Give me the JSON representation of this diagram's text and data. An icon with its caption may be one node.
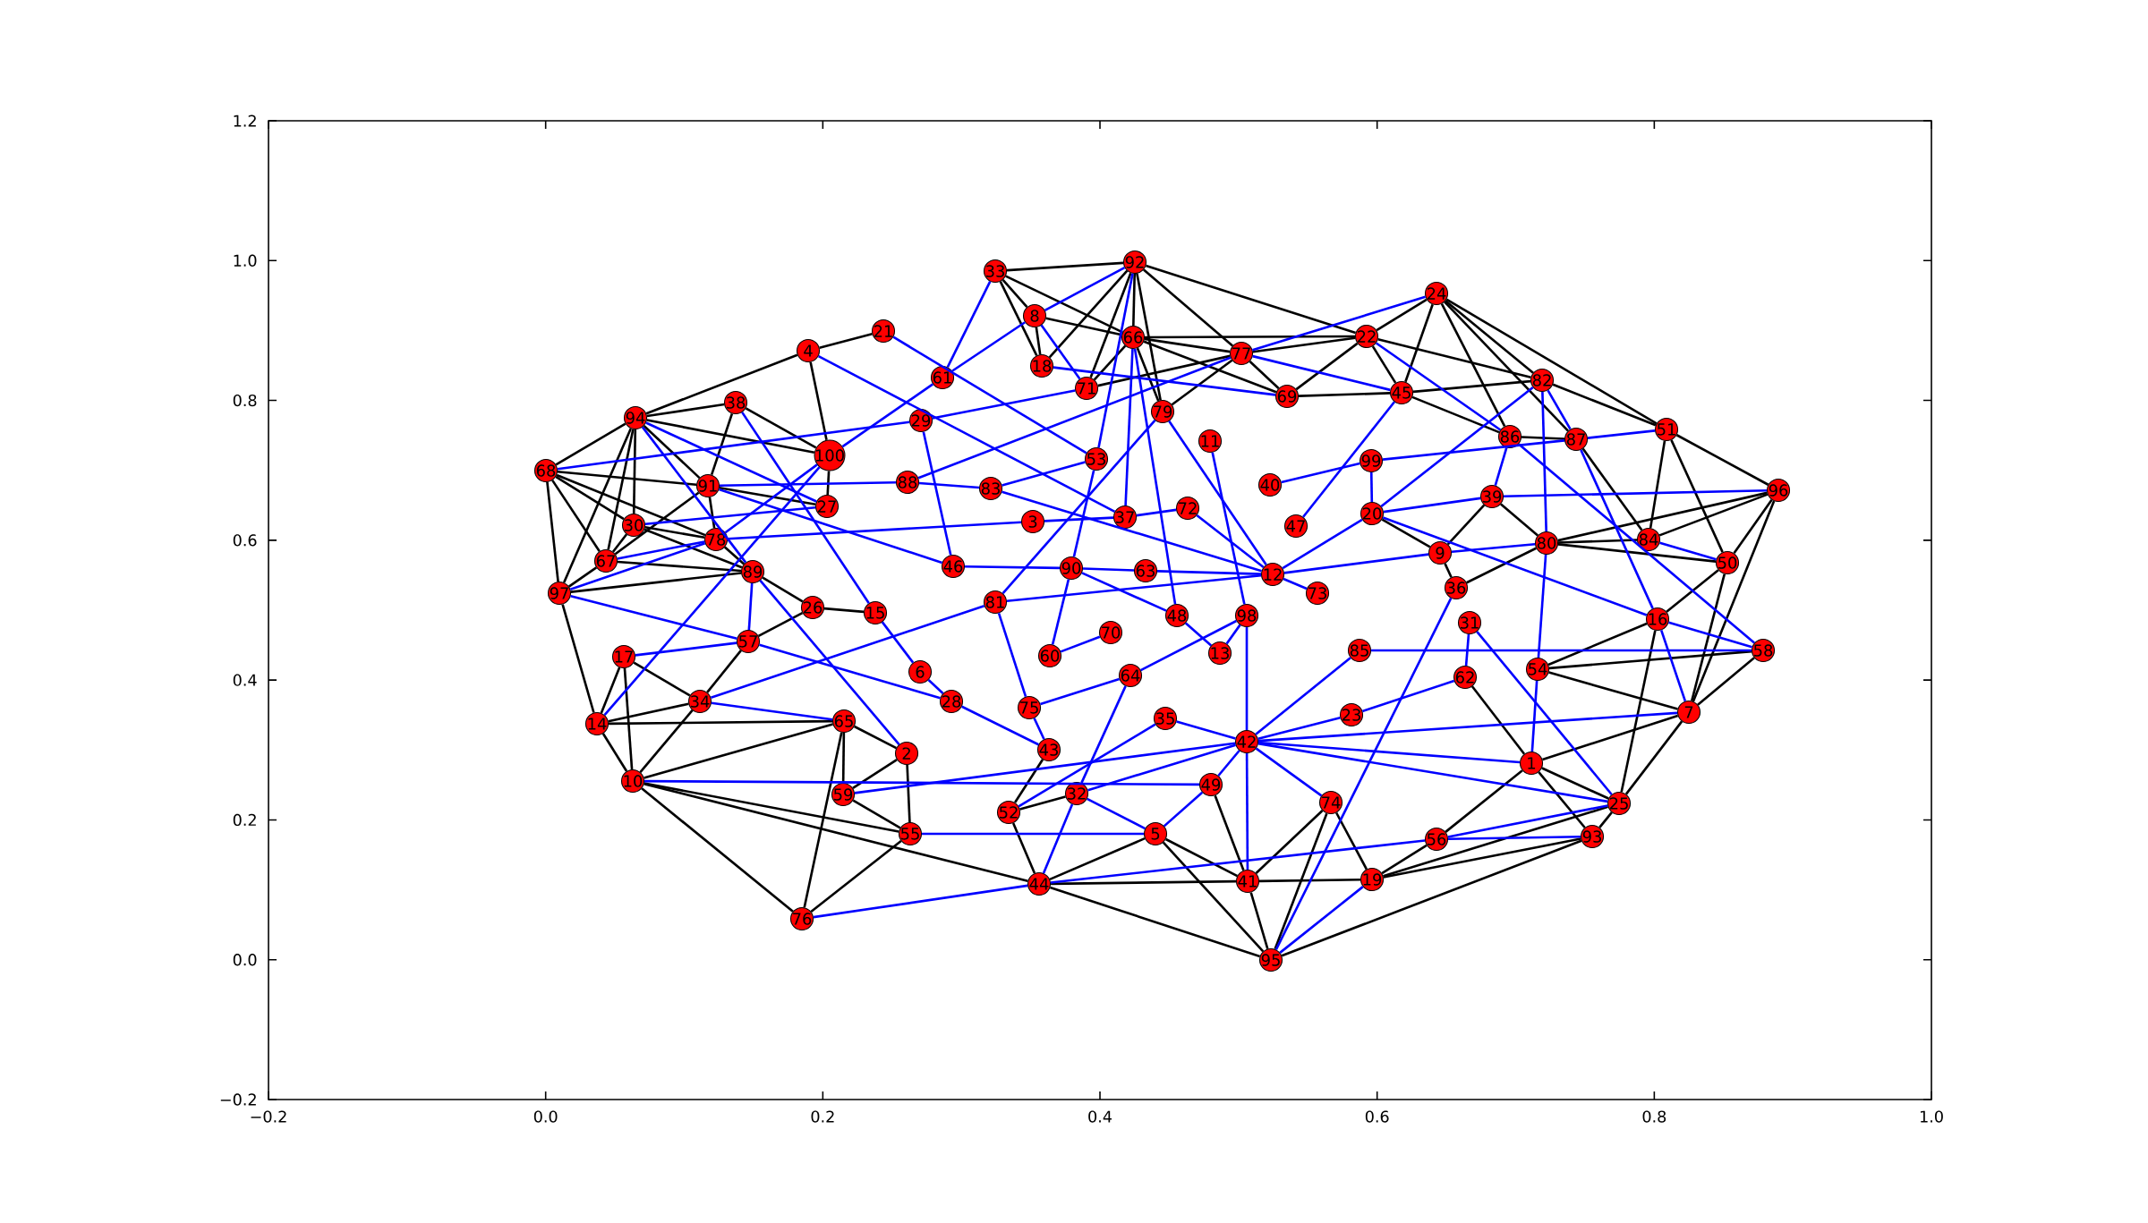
{
  "diagram": {
    "nodes": [
      {
        "text": [
          "1"
        ]
      },
      {
        "text": [
          "2"
        ]
      },
      {
        "text": [
          "3"
        ]
      },
      {
        "text": [
          "4"
        ]
      },
      {
        "text": [
          "5"
        ]
      },
      {
        "text": [
          "6"
        ]
      },
      {
        "text": [
          "7"
        ]
      },
      {
        "text": [
          "8"
        ]
      },
      {
        "text": [
          "9"
        ]
      },
      {
        "text": [
          "10"
        ]
      },
      {
        "text": [
          "11"
        ]
      },
      {
        "text": [
          "12"
        ]
      },
      {
        "text": [
          "13"
        ]
      },
      {
        "text": [
          "14"
        ]
      },
      {
        "text": [
          "15"
        ]
      },
      {
        "text": [
          "16"
        ]
      },
      {
        "text": [
          "17"
        ]
      },
      {
        "text": [
          "18"
        ]
      },
      {
        "text": [
          "19"
        ]
      },
      {
        "text": [
          "20"
        ]
      },
      {
        "text": [
          "21"
        ]
      },
      {
        "text": [
          "22"
        ]
      },
      {
        "text": [
          "23"
        ]
      },
      {
        "text": [
          "24"
        ]
      },
      {
        "text": [
          "25"
        ]
      },
      {
        "text": [
          "26"
        ]
      },
      {
        "text": [
          "27"
        ]
      },
      {
        "text": [
          "28"
        ]
      },
      {
        "text": [
          "29"
        ]
      },
      {
        "text": [
          "30"
        ]
      },
      {
        "text": [
          "31"
        ]
      },
      {
        "text": [
          "32"
        ]
      },
      {
        "text": [
          "33"
        ]
      },
      {
        "text": [
          "34"
        ]
      },
      {
        "text": [
          "35"
        ]
      },
      {
        "text": [
          "36"
        ]
      },
      {
        "text": [
          "37"
        ]
      },
      {
        "text": [
          "38"
        ]
      },
      {
        "text": [
          "39"
        ]
      },
      {
        "text": [
          "40"
        ]
      },
      {
        "text": [
          "41"
        ]
      },
      {
        "text": [
          "42"
        ]
      },
      {
        "text": [
          "43"
        ]
      },
      {
        "text": [
          "44"
        ]
      },
      {
        "text": [
          "45"
        ]
      },
      {
        "text": [
          "46"
        ]
      },
      {
        "text": [
          "47"
        ]
      },
      {
        "text": [
          "48"
        ]
      },
      {
        "text": [
          "49"
        ]
      },
      {
        "text": [
          "50"
        ]
      },
      {
        "text": [
          "51"
        ]
      },
      {
        "text": [
          "52"
        ]
      },
      {
        "text": [
          "53"
        ]
      },
      {
        "text": [
          "54"
        ]
      },
      {
        "text": [
          "55"
        ]
      },
      {
        "text": [
          "56"
        ]
      },
      {
        "text": [
          "57"
        ]
      },
      {
        "text": [
          "58"
        ]
      },
      {
        "text": [
          "59"
        ]
      },
      {
        "text": [
          "60"
        ]
      },
      {
        "text": [
          "61"
        ]
      },
      {
        "text": [
          "62"
        ]
      },
      {
        "text": [
          "63"
        ]
      },
      {
        "text": [
          "64"
        ]
      },
      {
        "text": [
          "65"
        ]
      },
      {
        "text": [
          "66"
        ]
      },
      {
        "text": [
          "67"
        ]
      },
      {
        "text": [
          "68"
        ]
      },
      {
        "text": [
          "69"
        ]
      },
      {
        "text": [
          "70"
        ]
      },
      {
        "text": [
          "71"
        ]
      },
      {
        "text": [
          "72"
        ]
      },
      {
        "text": [
          "73"
        ]
      },
      {
        "text": [
          "74"
        ]
      },
      {
        "text": [
          "75"
        ]
      },
      {
        "text": [
          "76"
        ]
      },
      {
        "text": [
          "77"
        ]
      },
      {
        "text": [
          "78"
        ]
      },
      {
        "text": [
          "79"
        ]
      },
      {
        "text": [
          "80"
        ]
      },
      {
        "text": [
          "81"
        ]
      },
      {
        "text": [
          "82"
        ]
      },
      {
        "text": [
          "83"
        ]
      },
      {
        "text": [
          "84"
        ]
      },
      {
        "text": [
          "85"
        ]
      },
      {
        "text": [
          "86"
        ]
      },
      {
        "text": [
          "87"
        ]
      },
      {
        "text": [
          "88"
        ]
      },
      {
        "text": [
          "89"
        ]
      },
      {
        "text": [
          "90"
        ]
      },
      {
        "text": [
          "91"
        ]
      },
      {
        "text": [
          "92"
        ]
      },
      {
        "text": [
          "93"
        ]
      },
      {
        "text": [
          "94"
        ]
      },
      {
        "text": [
          "95"
        ]
      },
      {
        "text": [
          "96"
        ]
      },
      {
        "text": [
          "97"
        ]
      },
      {
        "text": [
          "98"
        ]
      },
      {
        "text": [
          "99"
        ]
      },
      {
        "text": [
          "100"
        ]
      }
    ],
    "edges": [
      {
        "from": 75,
        "to": 9,
        "arrow": "none",
        "color": "#000000"
      },
      {
        "from": 75,
        "to": 64,
        "arrow": "none",
        "color": "#000000"
      },
      {
        "from": 75,
        "to": 54,
        "arrow": "none",
        "color": "#000000"
      },
      {
        "from": 94,
        "to": 43,
        "arrow": "none",
        "color": "#000000"
      },
      {
        "from": 94,
        "to": 4,
        "arrow": "none",
        "color": "#000000"
      },
      {
        "from": 94,
        "to": 40,
        "arrow": "none",
        "color": "#000000"
      },
      {
        "from": 94,
        "to": 92,
        "arrow": "none",
        "color": "#000000"
      },
      {
        "from": 18,
        "to": 92,
        "arrow": "none",
        "color": "#000000"
      },
      {
        "from": 18,
        "to": 24,
        "arrow": "none",
        "color": "#000000"
      },
      {
        "from": 18,
        "to": 55,
        "arrow": "none",
        "color": "#000000"
      },
      {
        "from": 92,
        "to": 24,
        "arrow": "none",
        "color": "#000000"
      },
      {
        "from": 24,
        "to": 6,
        "arrow": "none",
        "color": "#000000"
      },
      {
        "from": 24,
        "to": 15,
        "arrow": "none",
        "color": "#000000"
      },
      {
        "from": 6,
        "to": 57,
        "arrow": "none",
        "color": "#000000"
      },
      {
        "from": 6,
        "to": 49,
        "arrow": "none",
        "color": "#000000"
      },
      {
        "from": 6,
        "to": 95,
        "arrow": "none",
        "color": "#000000"
      },
      {
        "from": 95,
        "to": 50,
        "arrow": "none",
        "color": "#000000"
      },
      {
        "from": 95,
        "to": 49,
        "arrow": "none",
        "color": "#000000"
      },
      {
        "from": 95,
        "to": 83,
        "arrow": "none",
        "color": "#000000"
      },
      {
        "from": 50,
        "to": 23,
        "arrow": "none",
        "color": "#000000"
      },
      {
        "from": 50,
        "to": 81,
        "arrow": "none",
        "color": "#000000"
      },
      {
        "from": 50,
        "to": 49,
        "arrow": "none",
        "color": "#000000"
      },
      {
        "from": 50,
        "to": 83,
        "arrow": "none",
        "color": "#000000"
      },
      {
        "from": 23,
        "to": 21,
        "arrow": "none",
        "color": "#000000"
      },
      {
        "from": 23,
        "to": 44,
        "arrow": "none",
        "color": "#000000"
      },
      {
        "from": 23,
        "to": 81,
        "arrow": "none",
        "color": "#000000"
      },
      {
        "from": 23,
        "to": 85,
        "arrow": "none",
        "color": "#000000"
      },
      {
        "from": 32,
        "to": 7,
        "arrow": "none",
        "color": "#000000"
      },
      {
        "from": 32,
        "to": 65,
        "arrow": "none",
        "color": "#000000"
      },
      {
        "from": 91,
        "to": 65,
        "arrow": "none",
        "color": "#000000"
      },
      {
        "from": 91,
        "to": 76,
        "arrow": "none",
        "color": "#000000"
      },
      {
        "from": 67,
        "to": 93,
        "arrow": "none",
        "color": "#000000"
      },
      {
        "from": 67,
        "to": 96,
        "arrow": "none",
        "color": "#000000"
      },
      {
        "from": 67,
        "to": 29,
        "arrow": "none",
        "color": "#000000"
      },
      {
        "from": 67,
        "to": 66,
        "arrow": "none",
        "color": "#000000"
      },
      {
        "from": 93,
        "to": 3,
        "arrow": "none",
        "color": "#000000"
      },
      {
        "from": 93,
        "to": 37,
        "arrow": "none",
        "color": "#000000"
      },
      {
        "from": 93,
        "to": 66,
        "arrow": "none",
        "color": "#000000"
      },
      {
        "from": 93,
        "to": 96,
        "arrow": "none",
        "color": "#000000"
      },
      {
        "from": 96,
        "to": 13,
        "arrow": "none",
        "color": "#000000"
      },
      {
        "from": 96,
        "to": 66,
        "arrow": "none",
        "color": "#000000"
      },
      {
        "from": 13,
        "to": 9,
        "arrow": "none",
        "color": "#000000"
      },
      {
        "from": 13,
        "to": 16,
        "arrow": "none",
        "color": "#000000"
      },
      {
        "from": 13,
        "to": 33,
        "arrow": "none",
        "color": "#000000"
      },
      {
        "from": 9,
        "to": 16,
        "arrow": "none",
        "color": "#000000"
      },
      {
        "from": 9,
        "to": 33,
        "arrow": "none",
        "color": "#000000"
      },
      {
        "from": 9,
        "to": 54,
        "arrow": "none",
        "color": "#000000"
      },
      {
        "from": 58,
        "to": 54,
        "arrow": "none",
        "color": "#000000"
      },
      {
        "from": 54,
        "to": 1,
        "arrow": "none",
        "color": "#000000"
      },
      {
        "from": 43,
        "to": 51,
        "arrow": "none",
        "color": "#000000"
      },
      {
        "from": 40,
        "to": 4,
        "arrow": "none",
        "color": "#000000"
      },
      {
        "from": 3,
        "to": 20,
        "arrow": "none",
        "color": "#000000"
      },
      {
        "from": 3,
        "to": 99,
        "arrow": "none",
        "color": "#000000"
      },
      {
        "from": 93,
        "to": 90,
        "arrow": "none",
        "color": "#000000"
      },
      {
        "from": 93,
        "to": 29,
        "arrow": "none",
        "color": "#000000"
      },
      {
        "from": 67,
        "to": 90,
        "arrow": "none",
        "color": "#000000"
      },
      {
        "from": 29,
        "to": 66,
        "arrow": "none",
        "color": "#000000"
      },
      {
        "from": 96,
        "to": 88,
        "arrow": "none",
        "color": "#000000"
      },
      {
        "from": 29,
        "to": 77,
        "arrow": "none",
        "color": "#000000"
      },
      {
        "from": 37,
        "to": 90,
        "arrow": "none",
        "color": "#000000"
      },
      {
        "from": 16,
        "to": 33,
        "arrow": "none",
        "color": "#000000"
      },
      {
        "from": 33,
        "to": 56,
        "arrow": "none",
        "color": "#000000"
      },
      {
        "from": 9,
        "to": 64,
        "arrow": "none",
        "color": "#000000"
      },
      {
        "from": 13,
        "to": 64,
        "arrow": "none",
        "color": "#000000"
      },
      {
        "from": 64,
        "to": 1,
        "arrow": "none",
        "color": "#000000"
      },
      {
        "from": 64,
        "to": 58,
        "arrow": "none",
        "color": "#000000"
      },
      {
        "from": 58,
        "to": 1,
        "arrow": "none",
        "color": "#000000"
      },
      {
        "from": 9,
        "to": 43,
        "arrow": "none",
        "color": "#000000"
      },
      {
        "from": 43,
        "to": 4,
        "arrow": "none",
        "color": "#000000"
      },
      {
        "from": 43,
        "to": 40,
        "arrow": "none",
        "color": "#000000"
      },
      {
        "from": 40,
        "to": 48,
        "arrow": "none",
        "color": "#000000"
      },
      {
        "from": 40,
        "to": 73,
        "arrow": "none",
        "color": "#000000"
      },
      {
        "from": 40,
        "to": 18,
        "arrow": "none",
        "color": "#000000"
      },
      {
        "from": 94,
        "to": 73,
        "arrow": "none",
        "color": "#000000"
      },
      {
        "from": 51,
        "to": 31,
        "arrow": "none",
        "color": "#000000"
      },
      {
        "from": 51,
        "to": 42,
        "arrow": "none",
        "color": "#000000"
      },
      {
        "from": 18,
        "to": 73,
        "arrow": "none",
        "color": "#000000"
      },
      {
        "from": 0,
        "to": 24,
        "arrow": "none",
        "color": "#000000"
      },
      {
        "from": 0,
        "to": 92,
        "arrow": "none",
        "color": "#000000"
      },
      {
        "from": 0,
        "to": 6,
        "arrow": "none",
        "color": "#000000"
      },
      {
        "from": 55,
        "to": 0,
        "arrow": "none",
        "color": "#000000"
      },
      {
        "from": 61,
        "to": 0,
        "arrow": "none",
        "color": "#000000"
      },
      {
        "from": 53,
        "to": 6,
        "arrow": "none",
        "color": "#000000"
      },
      {
        "from": 53,
        "to": 57,
        "arrow": "none",
        "color": "#000000"
      },
      {
        "from": 15,
        "to": 53,
        "arrow": "none",
        "color": "#000000"
      },
      {
        "from": 81,
        "to": 44,
        "arrow": "none",
        "color": "#000000"
      },
      {
        "from": 81,
        "to": 21,
        "arrow": "none",
        "color": "#000000"
      },
      {
        "from": 44,
        "to": 21,
        "arrow": "none",
        "color": "#000000"
      },
      {
        "from": 44,
        "to": 85,
        "arrow": "none",
        "color": "#000000"
      },
      {
        "from": 85,
        "to": 86,
        "arrow": "none",
        "color": "#000000"
      },
      {
        "from": 86,
        "to": 83,
        "arrow": "none",
        "color": "#000000"
      },
      {
        "from": 49,
        "to": 79,
        "arrow": "none",
        "color": "#000000"
      },
      {
        "from": 83,
        "to": 79,
        "arrow": "none",
        "color": "#000000"
      },
      {
        "from": 95,
        "to": 79,
        "arrow": "none",
        "color": "#000000"
      },
      {
        "from": 38,
        "to": 79,
        "arrow": "none",
        "color": "#000000"
      },
      {
        "from": 38,
        "to": 8,
        "arrow": "none",
        "color": "#000000"
      },
      {
        "from": 8,
        "to": 35,
        "arrow": "none",
        "color": "#000000"
      },
      {
        "from": 35,
        "to": 79,
        "arrow": "none",
        "color": "#000000"
      },
      {
        "from": 19,
        "to": 8,
        "arrow": "none",
        "color": "#000000"
      },
      {
        "from": 23,
        "to": 86,
        "arrow": "none",
        "color": "#000000"
      },
      {
        "from": 32,
        "to": 91,
        "arrow": "none",
        "color": "#000000"
      },
      {
        "from": 91,
        "to": 21,
        "arrow": "none",
        "color": "#000000"
      },
      {
        "from": 91,
        "to": 78,
        "arrow": "none",
        "color": "#000000"
      },
      {
        "from": 91,
        "to": 70,
        "arrow": "none",
        "color": "#000000"
      },
      {
        "from": 91,
        "to": 17,
        "arrow": "none",
        "color": "#000000"
      },
      {
        "from": 7,
        "to": 65,
        "arrow": "none",
        "color": "#000000"
      },
      {
        "from": 7,
        "to": 17,
        "arrow": "none",
        "color": "#000000"
      },
      {
        "from": 32,
        "to": 17,
        "arrow": "none",
        "color": "#000000"
      },
      {
        "from": 65,
        "to": 76,
        "arrow": "none",
        "color": "#000000"
      },
      {
        "from": 65,
        "to": 70,
        "arrow": "none",
        "color": "#000000"
      },
      {
        "from": 65,
        "to": 78,
        "arrow": "none",
        "color": "#000000"
      },
      {
        "from": 76,
        "to": 68,
        "arrow": "none",
        "color": "#000000"
      },
      {
        "from": 76,
        "to": 21,
        "arrow": "none",
        "color": "#000000"
      },
      {
        "from": 76,
        "to": 78,
        "arrow": "none",
        "color": "#000000"
      },
      {
        "from": 21,
        "to": 68,
        "arrow": "none",
        "color": "#000000"
      },
      {
        "from": 93,
        "to": 99,
        "arrow": "none",
        "color": "#000000"
      },
      {
        "from": 67,
        "to": 77,
        "arrow": "none",
        "color": "#000000"
      },
      {
        "from": 37,
        "to": 99,
        "arrow": "none",
        "color": "#000000"
      },
      {
        "from": 29,
        "to": 88,
        "arrow": "none",
        "color": "#000000"
      },
      {
        "from": 66,
        "to": 90,
        "arrow": "none",
        "color": "#000000"
      },
      {
        "from": 66,
        "to": 88,
        "arrow": "none",
        "color": "#000000"
      },
      {
        "from": 77,
        "to": 90,
        "arrow": "none",
        "color": "#000000"
      },
      {
        "from": 77,
        "to": 88,
        "arrow": "none",
        "color": "#000000"
      },
      {
        "from": 88,
        "to": 25,
        "arrow": "none",
        "color": "#000000"
      },
      {
        "from": 99,
        "to": 26,
        "arrow": "none",
        "color": "#000000"
      },
      {
        "from": 90,
        "to": 26,
        "arrow": "none",
        "color": "#000000"
      },
      {
        "from": 56,
        "to": 25,
        "arrow": "none",
        "color": "#000000"
      },
      {
        "from": 25,
        "to": 14,
        "arrow": "none",
        "color": "#000000"
      },
      {
        "from": 65,
        "to": 21,
        "arrow": "none",
        "color": "#000000"
      },
      {
        "from": 65,
        "to": 68,
        "arrow": "none",
        "color": "#000000"
      },
      {
        "from": 68,
        "to": 44,
        "arrow": "none",
        "color": "#000000"
      },
      {
        "from": 76,
        "to": 70,
        "arrow": "none",
        "color": "#000000"
      },
      {
        "from": 49,
        "to": 15,
        "arrow": "none",
        "color": "#000000"
      },
      {
        "from": 67,
        "to": 28,
        "arrow": "none",
        "color": "#0000ff"
      },
      {
        "from": 93,
        "to": 88,
        "arrow": "none",
        "color": "#0000ff"
      },
      {
        "from": 93,
        "to": 26,
        "arrow": "none",
        "color": "#0000ff"
      },
      {
        "from": 3,
        "to": 36,
        "arrow": "none",
        "color": "#0000ff"
      },
      {
        "from": 20,
        "to": 52,
        "arrow": "none",
        "color": "#0000ff"
      },
      {
        "from": 37,
        "to": 14,
        "arrow": "none",
        "color": "#0000ff"
      },
      {
        "from": 99,
        "to": 60,
        "arrow": "none",
        "color": "#0000ff"
      },
      {
        "from": 13,
        "to": 99,
        "arrow": "none",
        "color": "#0000ff"
      },
      {
        "from": 77,
        "to": 99,
        "arrow": "none",
        "color": "#0000ff"
      },
      {
        "from": 90,
        "to": 87,
        "arrow": "none",
        "color": "#0000ff"
      },
      {
        "from": 87,
        "to": 82,
        "arrow": "none",
        "color": "#0000ff"
      },
      {
        "from": 87,
        "to": 76,
        "arrow": "none",
        "color": "#0000ff"
      },
      {
        "from": 90,
        "to": 45,
        "arrow": "none",
        "color": "#0000ff"
      },
      {
        "from": 29,
        "to": 26,
        "arrow": "none",
        "color": "#0000ff"
      },
      {
        "from": 66,
        "to": 77,
        "arrow": "none",
        "color": "#0000ff"
      },
      {
        "from": 96,
        "to": 77,
        "arrow": "none",
        "color": "#0000ff"
      },
      {
        "from": 96,
        "to": 56,
        "arrow": "none",
        "color": "#0000ff"
      },
      {
        "from": 77,
        "to": 2,
        "arrow": "none",
        "color": "#0000ff"
      },
      {
        "from": 28,
        "to": 45,
        "arrow": "none",
        "color": "#0000ff"
      },
      {
        "from": 88,
        "to": 1,
        "arrow": "none",
        "color": "#0000ff"
      },
      {
        "from": 88,
        "to": 56,
        "arrow": "none",
        "color": "#0000ff"
      },
      {
        "from": 16,
        "to": 56,
        "arrow": "none",
        "color": "#0000ff"
      },
      {
        "from": 56,
        "to": 27,
        "arrow": "none",
        "color": "#0000ff"
      },
      {
        "from": 33,
        "to": 64,
        "arrow": "none",
        "color": "#0000ff"
      },
      {
        "from": 33,
        "to": 80,
        "arrow": "none",
        "color": "#0000ff"
      },
      {
        "from": 9,
        "to": 48,
        "arrow": "none",
        "color": "#0000ff"
      },
      {
        "from": 58,
        "to": 41,
        "arrow": "none",
        "color": "#0000ff"
      },
      {
        "from": 54,
        "to": 4,
        "arrow": "none",
        "color": "#0000ff"
      },
      {
        "from": 5,
        "to": 27,
        "arrow": "none",
        "color": "#0000ff"
      },
      {
        "from": 14,
        "to": 5,
        "arrow": "none",
        "color": "#0000ff"
      },
      {
        "from": 75,
        "to": 43,
        "arrow": "none",
        "color": "#0000ff"
      },
      {
        "from": 59,
        "to": 69,
        "arrow": "none",
        "color": "#0000ff"
      },
      {
        "from": 59,
        "to": 89,
        "arrow": "none",
        "color": "#0000ff"
      },
      {
        "from": 74,
        "to": 42,
        "arrow": "none",
        "color": "#0000ff"
      },
      {
        "from": 74,
        "to": 63,
        "arrow": "none",
        "color": "#0000ff"
      },
      {
        "from": 74,
        "to": 80,
        "arrow": "none",
        "color": "#0000ff"
      },
      {
        "from": 27,
        "to": 42,
        "arrow": "none",
        "color": "#0000ff"
      },
      {
        "from": 51,
        "to": 34,
        "arrow": "none",
        "color": "#0000ff"
      },
      {
        "from": 31,
        "to": 43,
        "arrow": "none",
        "color": "#0000ff"
      },
      {
        "from": 31,
        "to": 63,
        "arrow": "none",
        "color": "#0000ff"
      },
      {
        "from": 31,
        "to": 4,
        "arrow": "none",
        "color": "#0000ff"
      },
      {
        "from": 31,
        "to": 41,
        "arrow": "none",
        "color": "#0000ff"
      },
      {
        "from": 4,
        "to": 48,
        "arrow": "none",
        "color": "#0000ff"
      },
      {
        "from": 48,
        "to": 41,
        "arrow": "none",
        "color": "#0000ff"
      },
      {
        "from": 34,
        "to": 41,
        "arrow": "none",
        "color": "#0000ff"
      },
      {
        "from": 63,
        "to": 97,
        "arrow": "none",
        "color": "#0000ff"
      },
      {
        "from": 12,
        "to": 97,
        "arrow": "none",
        "color": "#0000ff"
      },
      {
        "from": 47,
        "to": 12,
        "arrow": "none",
        "color": "#0000ff"
      },
      {
        "from": 97,
        "to": 41,
        "arrow": "none",
        "color": "#0000ff"
      },
      {
        "from": 41,
        "to": 40,
        "arrow": "none",
        "color": "#0000ff"
      },
      {
        "from": 94,
        "to": 18,
        "arrow": "none",
        "color": "#0000ff"
      },
      {
        "from": 94,
        "to": 35,
        "arrow": "none",
        "color": "#0000ff"
      },
      {
        "from": 41,
        "to": 22,
        "arrow": "none",
        "color": "#0000ff"
      },
      {
        "from": 41,
        "to": 84,
        "arrow": "none",
        "color": "#0000ff"
      },
      {
        "from": 41,
        "to": 73,
        "arrow": "none",
        "color": "#0000ff"
      },
      {
        "from": 41,
        "to": 24,
        "arrow": "none",
        "color": "#0000ff"
      },
      {
        "from": 41,
        "to": 6,
        "arrow": "none",
        "color": "#0000ff"
      },
      {
        "from": 43,
        "to": 55,
        "arrow": "none",
        "color": "#0000ff"
      },
      {
        "from": 55,
        "to": 24,
        "arrow": "none",
        "color": "#0000ff"
      },
      {
        "from": 15,
        "to": 57,
        "arrow": "none",
        "color": "#0000ff"
      },
      {
        "from": 57,
        "to": 84,
        "arrow": "none",
        "color": "#0000ff"
      },
      {
        "from": 57,
        "to": 85,
        "arrow": "none",
        "color": "#0000ff"
      },
      {
        "from": 86,
        "to": 15,
        "arrow": "none",
        "color": "#0000ff"
      },
      {
        "from": 81,
        "to": 86,
        "arrow": "none",
        "color": "#0000ff"
      },
      {
        "from": 15,
        "to": 6,
        "arrow": "none",
        "color": "#0000ff"
      },
      {
        "from": 53,
        "to": 0,
        "arrow": "none",
        "color": "#0000ff"
      },
      {
        "from": 81,
        "to": 79,
        "arrow": "none",
        "color": "#0000ff"
      },
      {
        "from": 79,
        "to": 53,
        "arrow": "none",
        "color": "#0000ff"
      },
      {
        "from": 30,
        "to": 24,
        "arrow": "none",
        "color": "#0000ff"
      },
      {
        "from": 30,
        "to": 61,
        "arrow": "none",
        "color": "#0000ff"
      },
      {
        "from": 61,
        "to": 22,
        "arrow": "none",
        "color": "#0000ff"
      },
      {
        "from": 55,
        "to": 92,
        "arrow": "none",
        "color": "#0000ff"
      },
      {
        "from": 23,
        "to": 76,
        "arrow": "none",
        "color": "#0000ff"
      },
      {
        "from": 21,
        "to": 85,
        "arrow": "none",
        "color": "#0000ff"
      },
      {
        "from": 98,
        "to": 86,
        "arrow": "none",
        "color": "#0000ff"
      },
      {
        "from": 86,
        "to": 50,
        "arrow": "none",
        "color": "#0000ff"
      },
      {
        "from": 81,
        "to": 19,
        "arrow": "none",
        "color": "#0000ff"
      },
      {
        "from": 85,
        "to": 38,
        "arrow": "none",
        "color": "#0000ff"
      },
      {
        "from": 8,
        "to": 79,
        "arrow": "none",
        "color": "#0000ff"
      },
      {
        "from": 19,
        "to": 15,
        "arrow": "none",
        "color": "#0000ff"
      },
      {
        "from": 83,
        "to": 49,
        "arrow": "none",
        "color": "#0000ff"
      },
      {
        "from": 19,
        "to": 38,
        "arrow": "none",
        "color": "#0000ff"
      },
      {
        "from": 38,
        "to": 95,
        "arrow": "none",
        "color": "#0000ff"
      },
      {
        "from": 32,
        "to": 60,
        "arrow": "none",
        "color": "#0000ff"
      },
      {
        "from": 91,
        "to": 7,
        "arrow": "none",
        "color": "#0000ff"
      },
      {
        "from": 7,
        "to": 60,
        "arrow": "none",
        "color": "#0000ff"
      },
      {
        "from": 91,
        "to": 52,
        "arrow": "none",
        "color": "#0000ff"
      },
      {
        "from": 7,
        "to": 70,
        "arrow": "none",
        "color": "#0000ff"
      },
      {
        "from": 17,
        "to": 68,
        "arrow": "none",
        "color": "#0000ff"
      },
      {
        "from": 65,
        "to": 36,
        "arrow": "none",
        "color": "#0000ff"
      },
      {
        "from": 65,
        "to": 47,
        "arrow": "none",
        "color": "#0000ff"
      },
      {
        "from": 70,
        "to": 28,
        "arrow": "none",
        "color": "#0000ff"
      },
      {
        "from": 76,
        "to": 44,
        "arrow": "none",
        "color": "#0000ff"
      },
      {
        "from": 78,
        "to": 80,
        "arrow": "none",
        "color": "#0000ff"
      },
      {
        "from": 78,
        "to": 11,
        "arrow": "none",
        "color": "#0000ff"
      },
      {
        "from": 10,
        "to": 97,
        "arrow": "none",
        "color": "#0000ff"
      },
      {
        "from": 52,
        "to": 82,
        "arrow": "none",
        "color": "#0000ff"
      },
      {
        "from": 52,
        "to": 89,
        "arrow": "none",
        "color": "#0000ff"
      },
      {
        "from": 82,
        "to": 11,
        "arrow": "none",
        "color": "#0000ff"
      },
      {
        "from": 2,
        "to": 36,
        "arrow": "none",
        "color": "#0000ff"
      },
      {
        "from": 36,
        "to": 71,
        "arrow": "none",
        "color": "#0000ff"
      },
      {
        "from": 71,
        "to": 11,
        "arrow": "none",
        "color": "#0000ff"
      },
      {
        "from": 39,
        "to": 98,
        "arrow": "none",
        "color": "#0000ff"
      },
      {
        "from": 98,
        "to": 19,
        "arrow": "none",
        "color": "#0000ff"
      },
      {
        "from": 46,
        "to": 44,
        "arrow": "none",
        "color": "#0000ff"
      },
      {
        "from": 11,
        "to": 72,
        "arrow": "none",
        "color": "#0000ff"
      },
      {
        "from": 11,
        "to": 8,
        "arrow": "none",
        "color": "#0000ff"
      },
      {
        "from": 11,
        "to": 19,
        "arrow": "none",
        "color": "#0000ff"
      },
      {
        "from": 45,
        "to": 89,
        "arrow": "none",
        "color": "#0000ff"
      },
      {
        "from": 89,
        "to": 62,
        "arrow": "none",
        "color": "#0000ff"
      },
      {
        "from": 62,
        "to": 11,
        "arrow": "none",
        "color": "#0000ff"
      },
      {
        "from": 80,
        "to": 11,
        "arrow": "none",
        "color": "#0000ff"
      },
      {
        "from": 89,
        "to": 47,
        "arrow": "none",
        "color": "#0000ff"
      },
      {
        "from": 41,
        "to": 0,
        "arrow": "none",
        "color": "#0000ff"
      }
    ],
    "chart_data": {
      "type": "scatter",
      "xlim": [
        -0.2,
        1.0
      ],
      "ylim": [
        -0.2,
        1.2
      ],
      "xticks": [
        -0.2,
        {
          "value": 0.0,
          "label": "0.0"
        },
        0.2,
        0.4,
        0.6,
        0.8,
        {
          "value": 1.0,
          "label": "1.0"
        }
      ],
      "yticks": [
        -0.2,
        {
          "value": 0.0,
          "label": "0.0"
        },
        0.2,
        0.4,
        0.6,
        0.8,
        {
          "value": 1.0,
          "label": "1.0"
        },
        1.2
      ]
    }
  }
}
